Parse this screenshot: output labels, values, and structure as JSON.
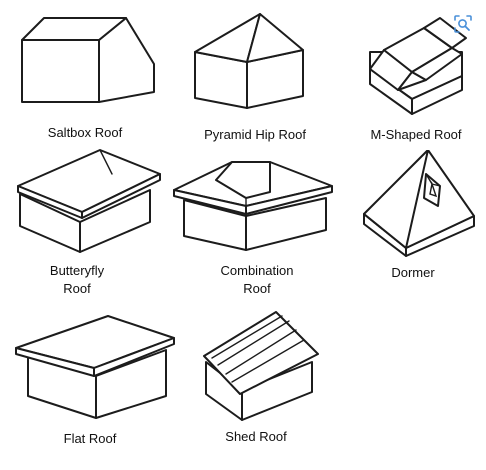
{
  "roof_types": [
    {
      "name": "Saltbox Roof"
    },
    {
      "name": "Pyramid Hip Roof"
    },
    {
      "name": "M-Shaped Roof"
    },
    {
      "name": "Butteryfly\nRoof"
    },
    {
      "name": "Combination\nRoof"
    },
    {
      "name": "Dormer"
    },
    {
      "name": "Flat Roof"
    },
    {
      "name": "Shed Roof"
    }
  ],
  "overlay": {
    "icon": "visual-search-icon"
  },
  "colors": {
    "stroke": "#1c1c1c",
    "accent": "#4a90d9"
  }
}
